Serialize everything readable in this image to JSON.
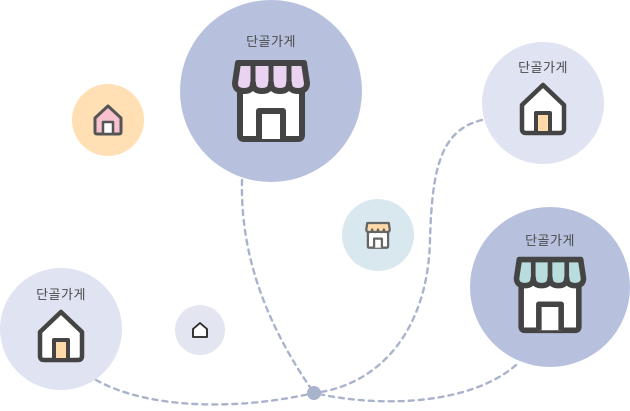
{
  "store_label": "단골가게",
  "nodes": [
    {
      "kind": "store",
      "label": "단골가게",
      "awning_color": "#ead3f1"
    },
    {
      "kind": "house",
      "label": "단골가게",
      "door_color": "#ffd9a8"
    },
    {
      "kind": "store",
      "label": "단골가게",
      "awning_color": "#b9dcdc"
    },
    {
      "kind": "house",
      "label": "단골가게",
      "door_color": "#ffd9a8"
    },
    {
      "kind": "house",
      "label": "",
      "door_color": "#f7c2cd"
    },
    {
      "kind": "store",
      "label": "",
      "awning_color": "#ffd9a8"
    },
    {
      "kind": "house",
      "label": "",
      "door_color": "#ffffff"
    }
  ],
  "colors": {
    "bubble_dark": "#b7c1de",
    "bubble_light": "#dfe3f2",
    "bubble_orange": "#ffdfb3",
    "bubble_teal": "#d9e8ee",
    "path": "#a9b3cc",
    "hub": "#a9b3cc",
    "icon_stroke": "#444444"
  },
  "icons": [
    "store-icon",
    "house-icon"
  ]
}
